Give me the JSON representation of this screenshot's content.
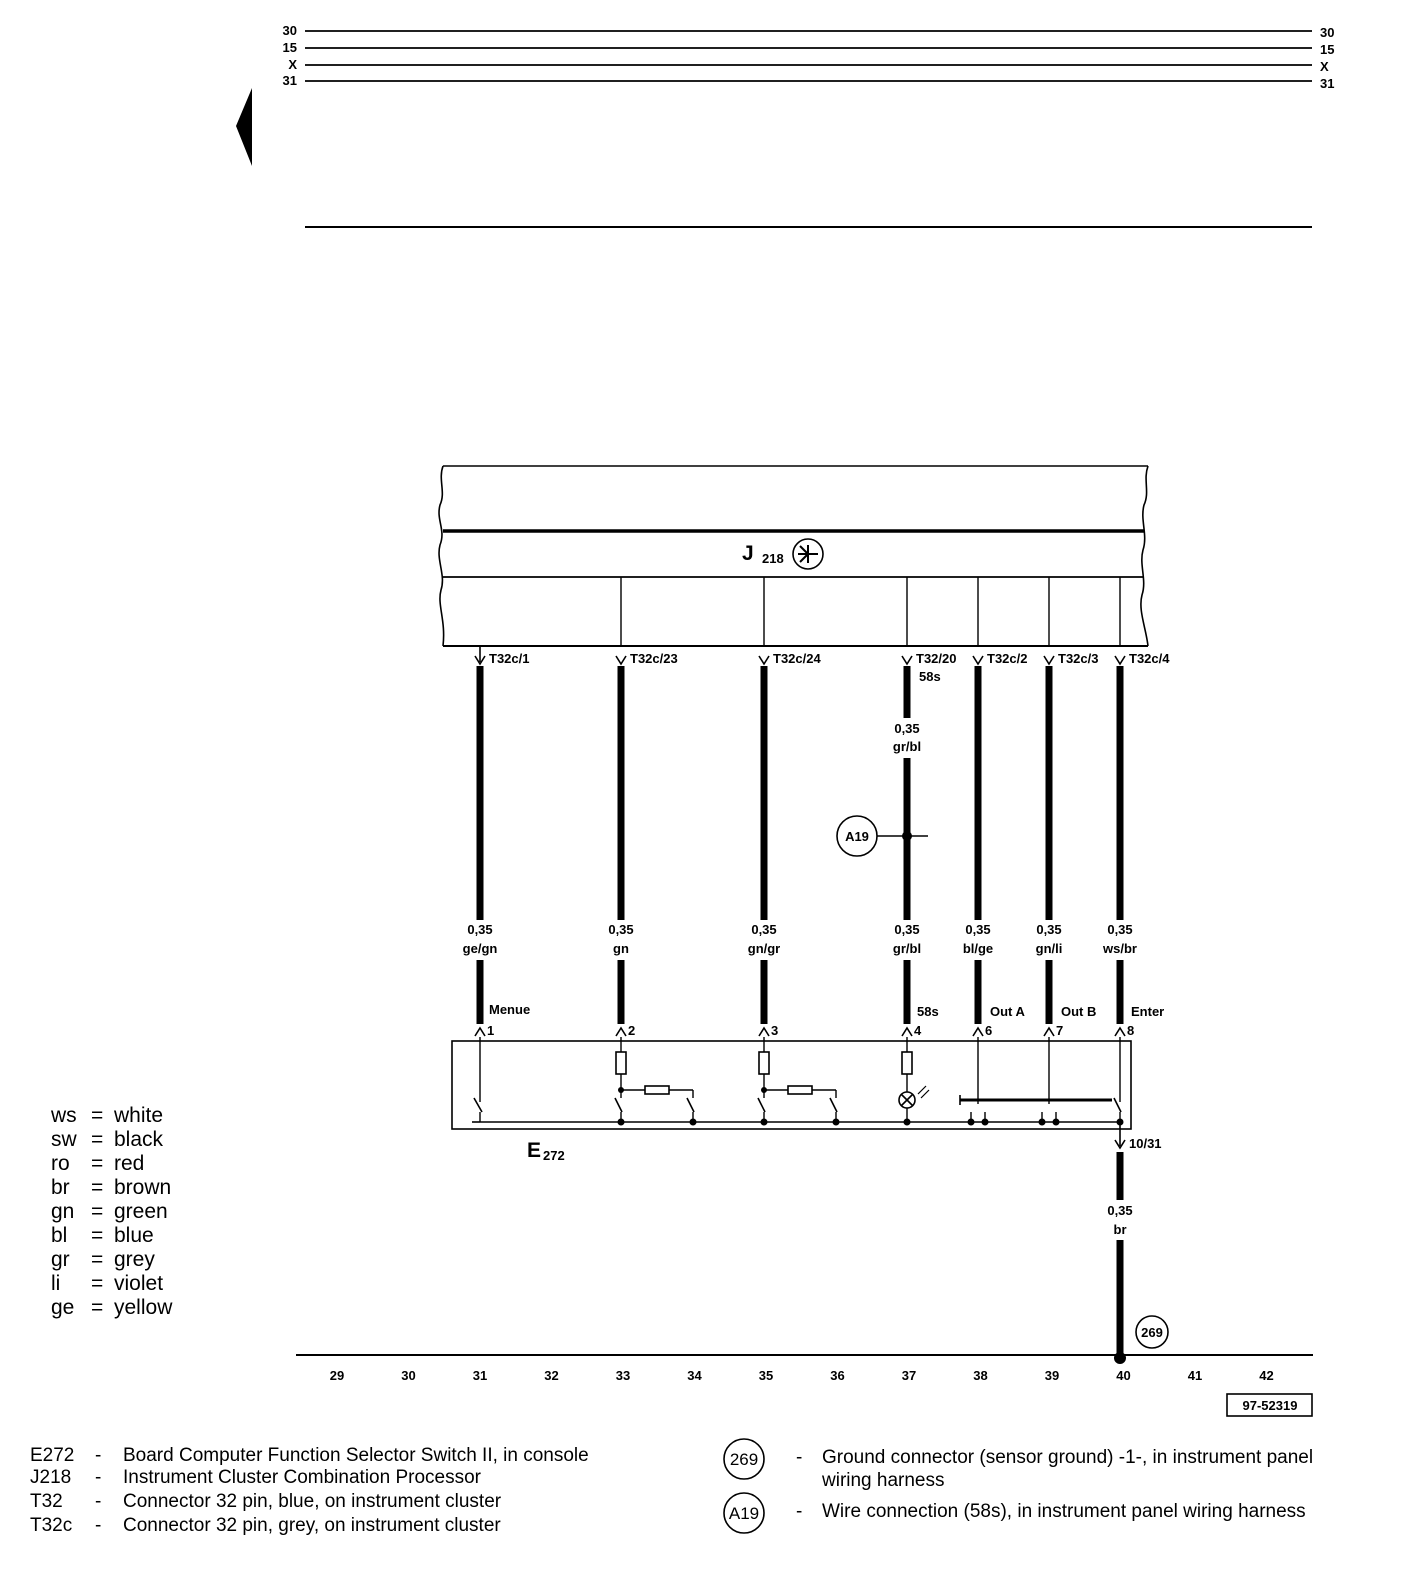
{
  "bus_lines": [
    {
      "label_left": "30",
      "label_right": "30"
    },
    {
      "label_left": "15",
      "label_right": "15"
    },
    {
      "label_left": "X",
      "label_right": "X"
    },
    {
      "label_left": "31",
      "label_right": "31"
    }
  ],
  "control_unit": {
    "code": "J",
    "subscript": "218"
  },
  "switch_unit": {
    "code": "E",
    "subscript": "272"
  },
  "wires": [
    {
      "connector": "T32c/1",
      "size": "0,35",
      "color_code": "ge/gn",
      "pin": "1",
      "function": "Menue"
    },
    {
      "connector": "T32c/23",
      "size": "0,35",
      "color_code": "gn",
      "pin": "2",
      "function": ""
    },
    {
      "connector": "T32c/24",
      "size": "0,35",
      "color_code": "gn/gr",
      "pin": "3",
      "function": ""
    },
    {
      "connector": "T32/20",
      "connector_sub": "58s",
      "size_upper": "0,35",
      "color_upper": "gr/bl",
      "size": "0,35",
      "color_code": "gr/bl",
      "pin": "4",
      "function": "58s"
    },
    {
      "connector": "T32c/2",
      "size": "0,35",
      "color_code": "bl/ge",
      "pin": "6",
      "function": "Out A"
    },
    {
      "connector": "T32c/3",
      "size": "0,35",
      "color_code": "gn/li",
      "pin": "7",
      "function": "Out B"
    },
    {
      "connector": "T32c/4",
      "size": "0,35",
      "color_code": "ws/br",
      "pin": "8",
      "function": "Enter"
    }
  ],
  "splice": {
    "label": "A19"
  },
  "ground_wire": {
    "connector": "10/31",
    "size": "0,35",
    "color_code": "br"
  },
  "ground_point": {
    "label": "269"
  },
  "color_legend": [
    {
      "code": "ws",
      "name": "white"
    },
    {
      "code": "sw",
      "name": "black"
    },
    {
      "code": "ro",
      "name": "red"
    },
    {
      "code": "br",
      "name": "brown"
    },
    {
      "code": "gn",
      "name": "green"
    },
    {
      "code": "bl",
      "name": "blue"
    },
    {
      "code": "gr",
      "name": "grey"
    },
    {
      "code": "li",
      "name": "violet"
    },
    {
      "code": "ge",
      "name": "yellow"
    }
  ],
  "track_numbers": [
    "29",
    "30",
    "31",
    "32",
    "33",
    "34",
    "35",
    "36",
    "37",
    "38",
    "39",
    "40",
    "41",
    "42"
  ],
  "diagram_ref": "97-52319",
  "components": [
    {
      "code": "E272",
      "desc": "Board Computer Function Selector Switch II, in console"
    },
    {
      "code": "J218",
      "desc": "Instrument Cluster Combination Processor"
    },
    {
      "code": "T32",
      "desc": "Connector 32 pin, blue, on  instrument cluster"
    },
    {
      "code": "T32c",
      "desc": "Connector 32 pin, grey, on instrument cluster"
    }
  ],
  "symbols": [
    {
      "code": "269",
      "desc_line1": "Ground connector (sensor ground) -1-, in instrument panel",
      "desc_line2": "wiring harness"
    },
    {
      "code": "A19",
      "desc_line1": "Wire connection (58s), in instrument panel wiring harness",
      "desc_line2": ""
    }
  ]
}
